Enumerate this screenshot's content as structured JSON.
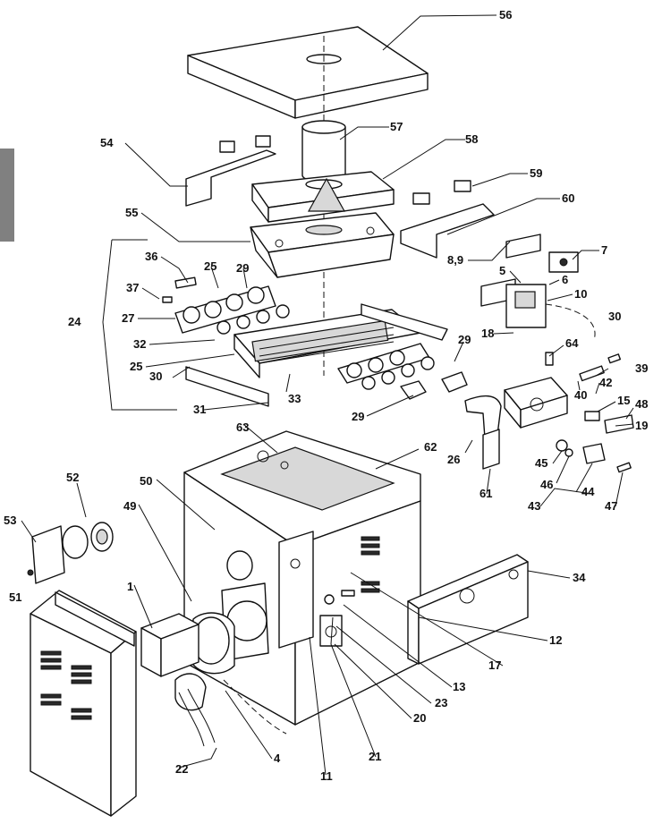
{
  "diagram": {
    "callouts": [
      "56",
      "57",
      "58",
      "54",
      "59",
      "60",
      "55",
      "7",
      "8,9",
      "5",
      "6",
      "10",
      "36",
      "25",
      "29",
      "37",
      "24",
      "27",
      "32",
      "25",
      "30",
      "30",
      "31",
      "33",
      "29",
      "29",
      "18",
      "64",
      "39",
      "40",
      "42",
      "15",
      "48",
      "19",
      "26",
      "45",
      "46",
      "44",
      "47",
      "43",
      "61",
      "62",
      "63",
      "50",
      "52",
      "49",
      "53",
      "1",
      "51",
      "34",
      "12",
      "17",
      "13",
      "23",
      "20",
      "21",
      "11",
      "4",
      "22"
    ]
  },
  "colors": {
    "ink": "#111111",
    "paper": "#ffffff",
    "shade": "#d8d8d8",
    "tab": "#808080"
  }
}
